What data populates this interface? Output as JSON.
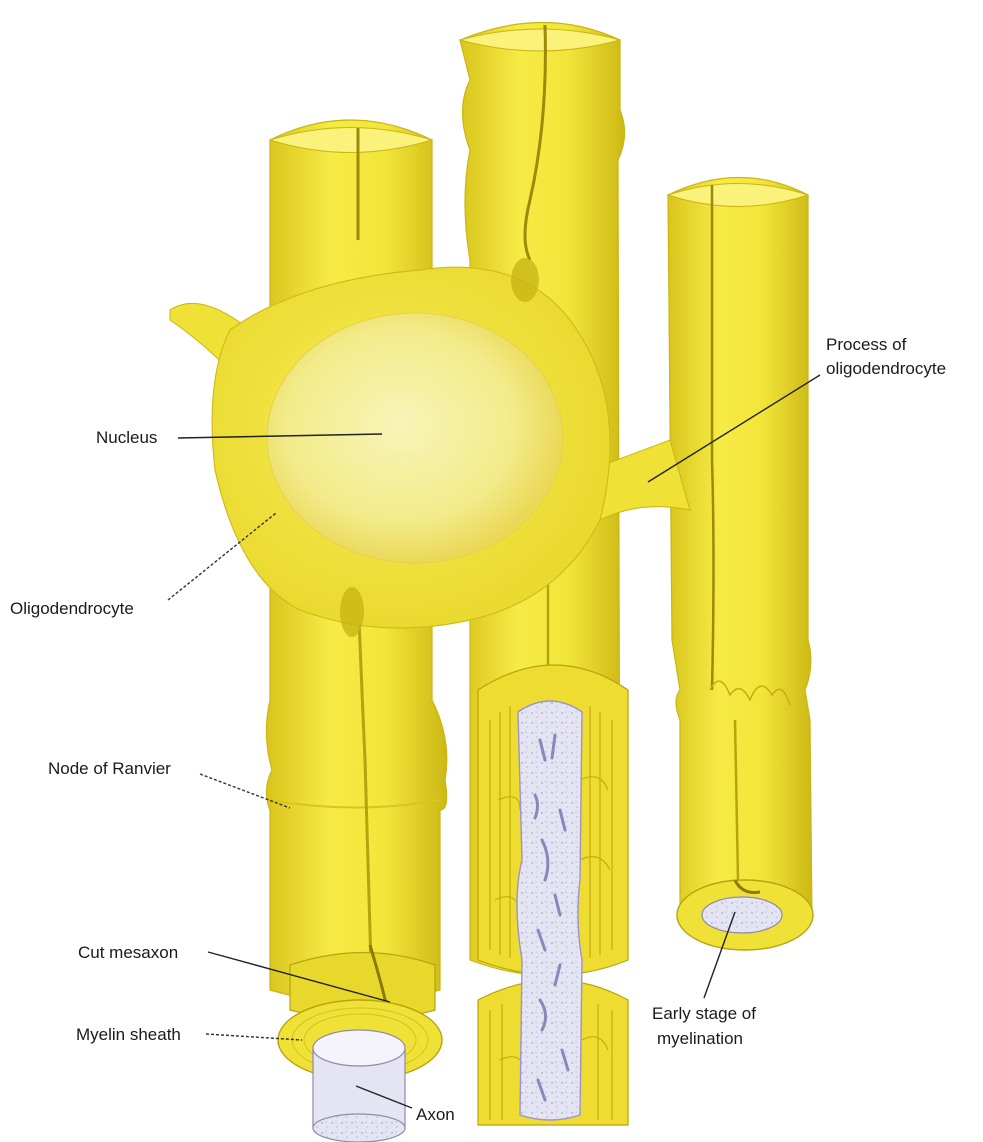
{
  "labels": {
    "nucleus": "Nucleus",
    "oligodendrocyte": "Oligodendrocyte",
    "process_line1": "Process of",
    "process_line2": "oligodendrocyte",
    "node_of_ranvier": "Node of Ranvier",
    "cut_mesaxon": "Cut mesaxon",
    "myelin_sheath": "Myelin sheath",
    "axon": "Axon",
    "early_line1": "Early stage of",
    "early_line2": "myelination"
  },
  "colors": {
    "myelin": "#f3e63a",
    "myelin_light": "#faf27a",
    "myelin_dark": "#c9b514",
    "nucleus": "#f6f09a",
    "axon": "#dcdcf0",
    "axon_outline": "#9c94c8"
  }
}
